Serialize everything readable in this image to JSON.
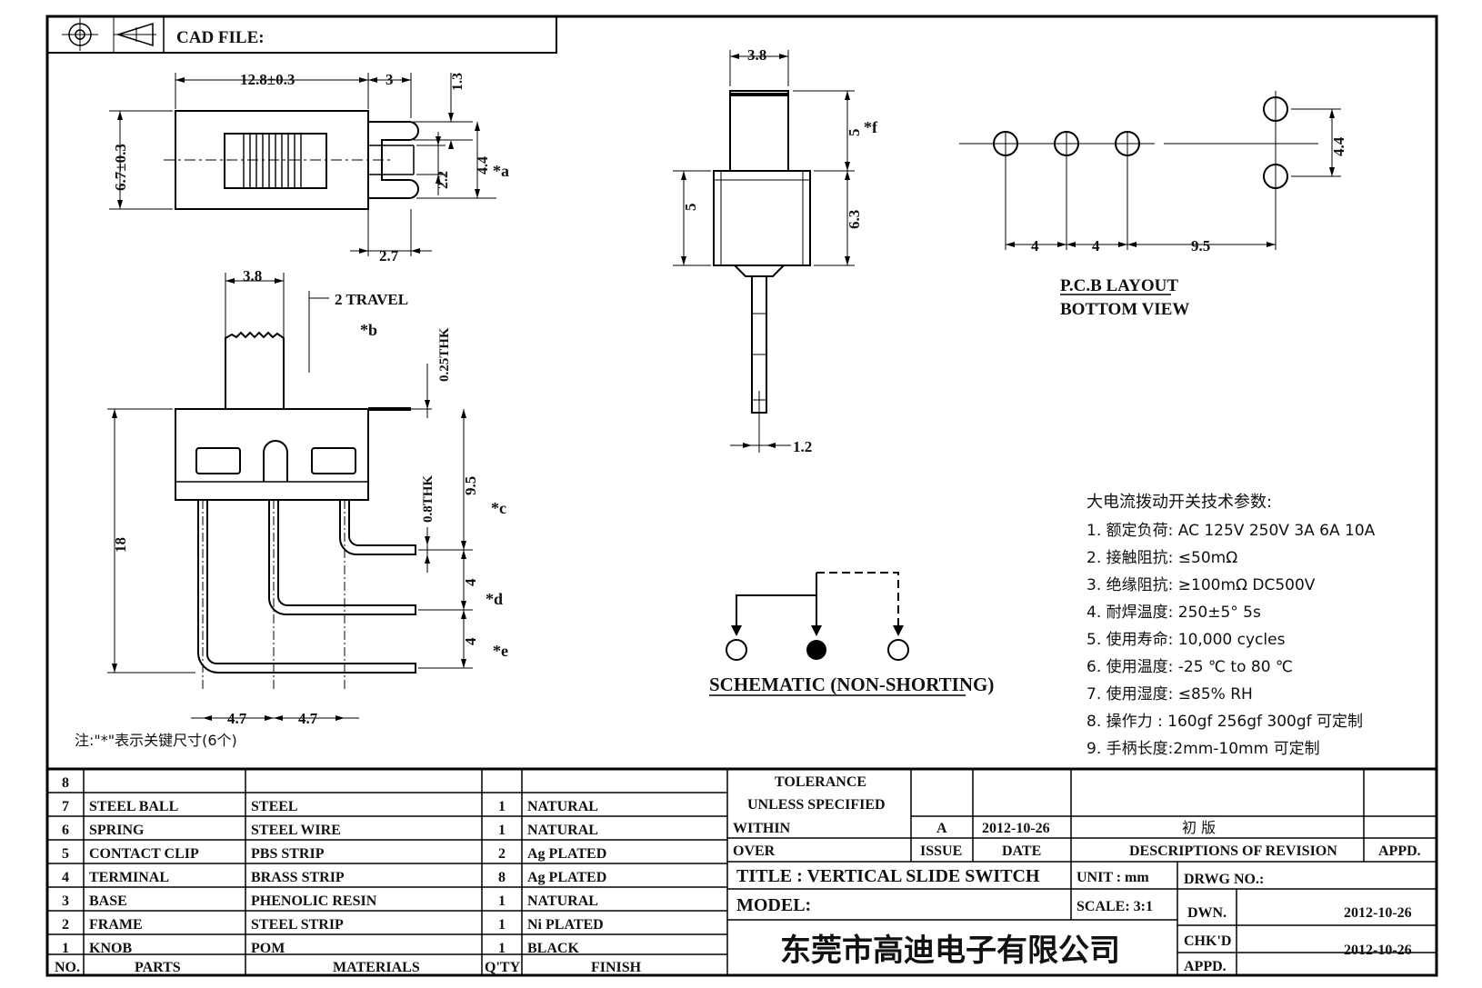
{
  "header": {
    "cad_file": "CAD FILE:"
  },
  "dims_top": {
    "width": "12.8±0.3",
    "tab": "3",
    "h13": "1.3",
    "height": "6.7±0.3",
    "slot": "2.2",
    "pitch": "4.4",
    "a": "*a",
    "gap": "2.7"
  },
  "dims_side": {
    "w": "3.8",
    "travel": "2 TRAVEL",
    "b": "*b",
    "thk1": "0.25THK",
    "thk2": "0.8THK",
    "h95": "9.5",
    "c": "*c",
    "h4d": "4",
    "d": "*d",
    "h4e": "4",
    "e": "*e",
    "h18": "18",
    "w47a": "4.7",
    "w47b": "4.7"
  },
  "dims_front": {
    "w": "3.8",
    "h5": "5",
    "f": "*f",
    "h5b": "5",
    "h63": "6.3",
    "pin": "1.2"
  },
  "pcb": {
    "d1": "4",
    "d2": "4",
    "d3": "9.5",
    "d4": "4.4",
    "title": "P.C.B LAYOUT",
    "subtitle": "BOTTOM VIEW"
  },
  "schematic": {
    "label": "SCHEMATIC (NON-SHORTING)"
  },
  "note": "注:\"*\"表示关键尺寸(6个)",
  "specs": {
    "title": "大电流拨动开关技术参数:",
    "items": [
      "1.  额定负荷: AC 125V 250V    3A    6A    10A",
      "2.    接触阻抗: ≤50mΩ",
      "3.  绝缘阻抗: ≥100mΩ   DC500V",
      "4.    耐焊温度: 250±5°  5s",
      "5.  使用寿命: 10,000 cycles",
      "6.    使用温度: -25 ℃  to 80 ℃",
      "7.  使用湿度: ≤85% RH",
      "8.    操作力 : 160gf    256gf    300gf  可定制",
      "9.  手柄长度:2mm-10mm   可定制"
    ]
  },
  "bom": {
    "rows": [
      {
        "no": "8",
        "part": "",
        "material": "",
        "qty": "",
        "finish": ""
      },
      {
        "no": "7",
        "part": "STEEL BALL",
        "material": "STEEL",
        "qty": "1",
        "finish": "NATURAL"
      },
      {
        "no": "6",
        "part": "SPRING",
        "material": "STEEL WIRE",
        "qty": "1",
        "finish": "NATURAL"
      },
      {
        "no": "5",
        "part": "CONTACT CLIP",
        "material": "PBS STRIP",
        "qty": "2",
        "finish": "Ag PLATED"
      },
      {
        "no": "4",
        "part": "TERMINAL",
        "material": "BRASS STRIP",
        "qty": "8",
        "finish": "Ag PLATED"
      },
      {
        "no": "3",
        "part": "BASE",
        "material": "PHENOLIC RESIN",
        "qty": "1",
        "finish": "NATURAL"
      },
      {
        "no": "2",
        "part": "FRAME",
        "material": "STEEL STRIP",
        "qty": "1",
        "finish": "Ni PLATED"
      },
      {
        "no": "1",
        "part": "KNOB",
        "material": "POM",
        "qty": "1",
        "finish": "BLACK"
      }
    ],
    "headers": {
      "no": "NO.",
      "part": "PARTS",
      "material": "MATERIALS",
      "qty": "Q'TY",
      "finish": "FINISH"
    }
  },
  "titleblock": {
    "tolerance": "TOLERANCE",
    "unless": "UNLESS   SPECIFIED",
    "within": "WITHIN",
    "over": "OVER",
    "rev_issue": "A",
    "rev_date": "2012-10-26",
    "rev_desc": "初    版",
    "h_issue": "ISSUE",
    "h_date": "DATE",
    "h_desc": "DESCRIPTIONS  OF  REVISION",
    "h_appd": "APPD.",
    "title": "TITLE :   VERTICAL  SLIDE  SWITCH",
    "unit": "UNIT :   mm",
    "drwg": "DRWG  NO.:",
    "model": "MODEL:",
    "scale": "SCALE:   3:1",
    "dwn": "DWN.",
    "dwn_date": "2012-10-26",
    "chkd": "CHK'D",
    "chkd_date": "2012-10-26",
    "appd": "APPD.",
    "company": "东莞市高迪电子有限公司"
  }
}
